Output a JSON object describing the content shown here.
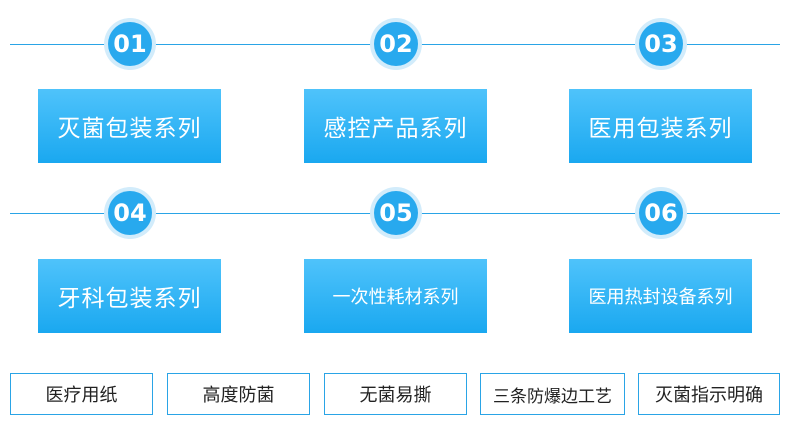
{
  "rows": [
    {
      "items": [
        {
          "number": "01",
          "label": "灭菌包装系列"
        },
        {
          "number": "02",
          "label": "感控产品系列"
        },
        {
          "number": "03",
          "label": "医用包装系列"
        }
      ]
    },
    {
      "items": [
        {
          "number": "04",
          "label": "牙科包装系列"
        },
        {
          "number": "05",
          "label": "一次性耗材系列"
        },
        {
          "number": "06",
          "label": "医用热封设备系列"
        }
      ]
    }
  ],
  "features": [
    "医疗用纸",
    "高度防菌",
    "无菌易撕",
    "三条防爆边工艺",
    "灭菌指示明确"
  ],
  "colors": {
    "accent": "#28a9ee",
    "card_top": "#4fc3fb",
    "card_bottom": "#1aa8f0",
    "line": "#2aa4e6"
  }
}
